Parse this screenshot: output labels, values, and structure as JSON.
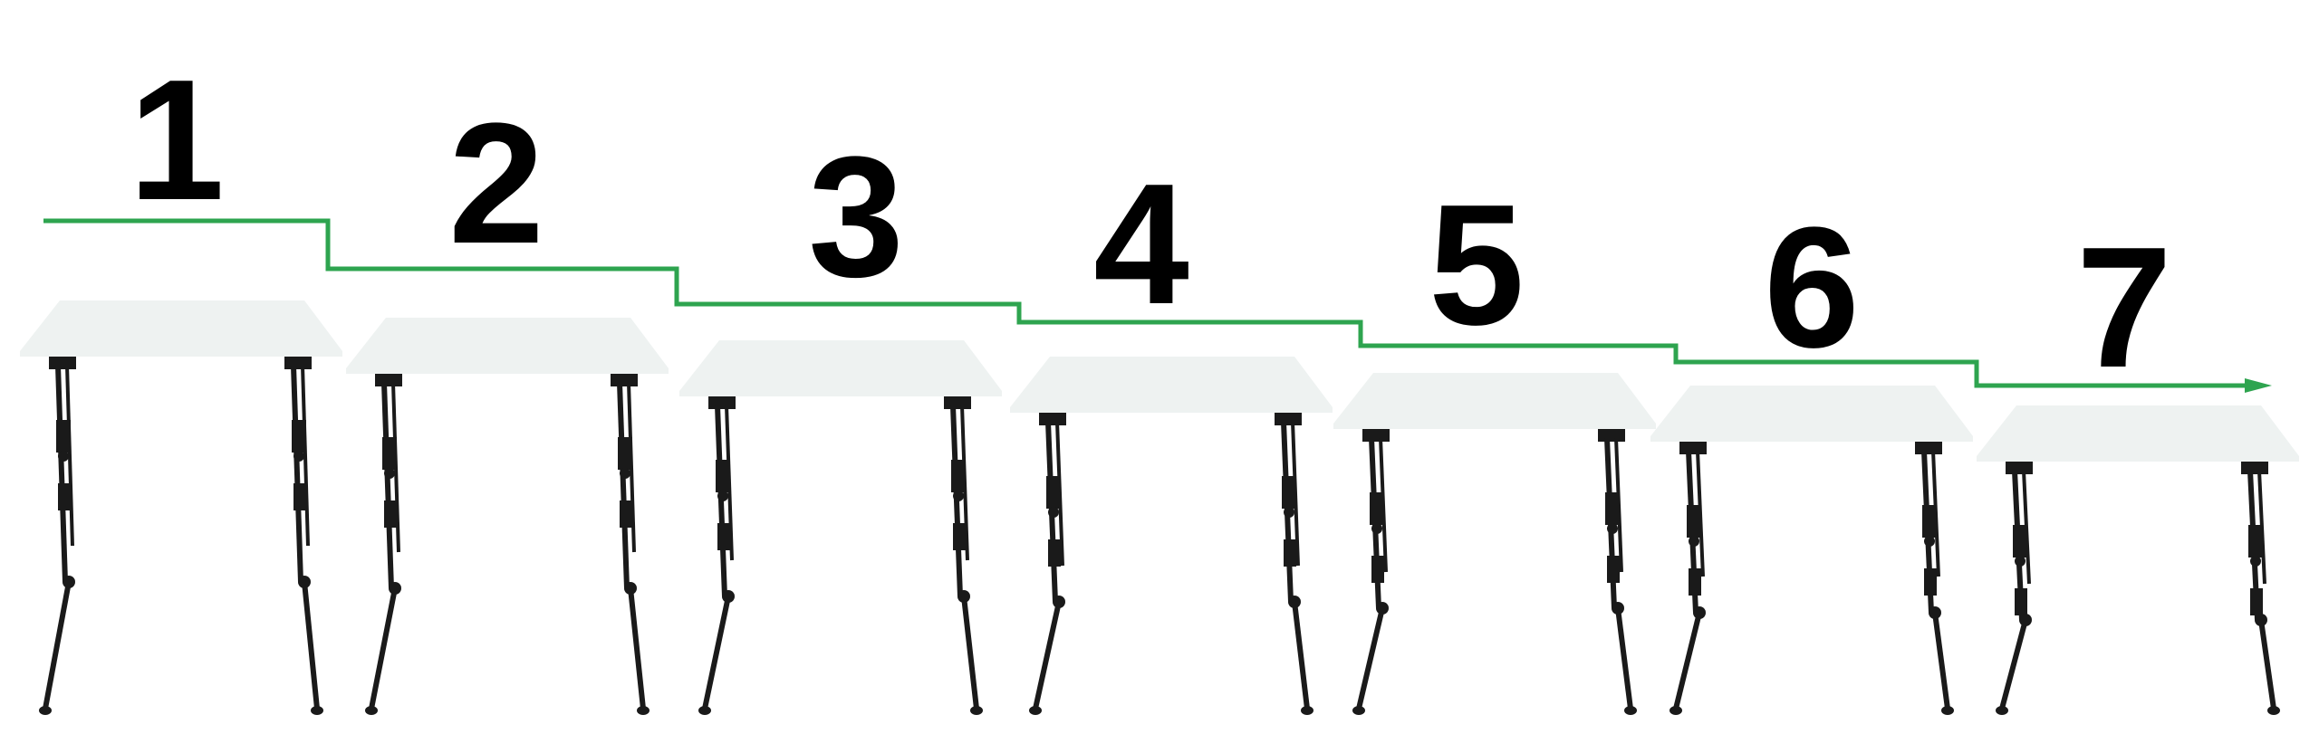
{
  "colors": {
    "path": "#2ea44f",
    "leg": "#1a1a1a",
    "platform": "#eef2f1",
    "number": "#000000"
  },
  "sequence": {
    "steps": [
      {
        "label": "1"
      },
      {
        "label": "2"
      },
      {
        "label": "3"
      },
      {
        "label": "4"
      },
      {
        "label": "5"
      },
      {
        "label": "6"
      },
      {
        "label": "7"
      }
    ]
  }
}
